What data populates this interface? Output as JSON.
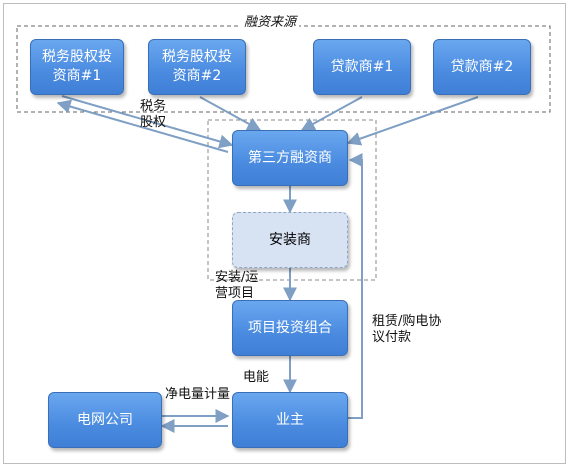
{
  "title": "融资来源",
  "nodes": {
    "tax_equity_1": "税务股权投\n资商#1",
    "tax_equity_2": "税务股权投\n资商#2",
    "lender_1": "贷款商#1",
    "lender_2": "贷款商#2",
    "third_party": "第三方融资商",
    "installer": "安装商",
    "portfolio": "项目投资组合",
    "grid": "电网公司",
    "owner": "业主"
  },
  "labels": {
    "tax_equity": "税务\n股权",
    "install_ops": "安装/运\n营项目",
    "electricity": "电能",
    "net_metering": "净电量计量",
    "lease_payment": "租赁/购电协\n议付款"
  },
  "colors": {
    "box_fill": "#4a8be0",
    "box_light": "#d7e3f3",
    "line": "#7f9fc4"
  }
}
